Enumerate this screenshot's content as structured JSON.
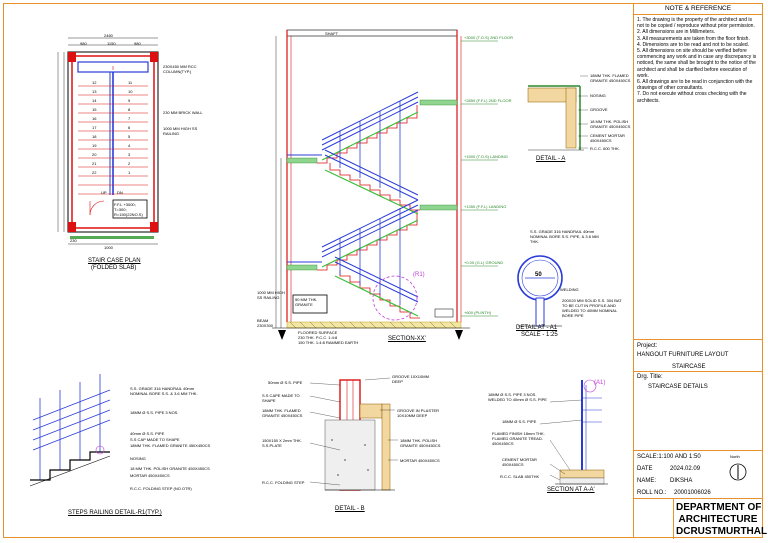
{
  "sheet": {
    "border_color": "#e8902a"
  },
  "notes": {
    "title": "NOTE & REFERENCE",
    "items": [
      "1. The drawing is the property of the architect and is not to be copied / reproduce without prior permission.",
      "2. All dimensions are in Millimeters.",
      "3. All measurements are taken from the floor finish.",
      "4. Dimensions are to be read and not to be scaled.",
      "5. All dimensions on site should be verified before commencing any work and in case any discrepancy is noticed, the same shall be brought to the notice of the architect and shall be clarified before execution of work.",
      "6. All drawings are to be read in conjunction with the drawings of other consultants.",
      "7. Do not execute without cross checking with the architects."
    ]
  },
  "project": {
    "label": "Project:",
    "name": "HANGOUT FURNITURE LAYOUT",
    "sub": "STAIRCASE"
  },
  "drawing_title": {
    "label": "Drg. Title:",
    "value": "STAIRCASE DETAILS"
  },
  "meta": {
    "scale": "SCALE:1:100 AND 1:50",
    "date_label": "DATE",
    "date": "2024.02.09",
    "name_label": "NAME:",
    "name": "DIKSHA",
    "roll_label": "ROLL NO.:",
    "roll": "20001006026",
    "north_label": "North"
  },
  "department": {
    "line1": "DEPARTMENT OF",
    "line2": "ARCHITECTURE",
    "line3": "DCRUSTMURTHAL"
  },
  "views": {
    "plan_title": "STAIR CASE PLAN",
    "plan_sub": "(FOLDED SLAB)",
    "section_xx": "SECTION-XX'",
    "detail_a": "DETAIL - A",
    "detail_a1": "DETAIL AT - A1",
    "detail_a1_scale": "SCALE - 1:25",
    "railing": "STEPS RAILING DETAIL-R1(TYP.)",
    "detail_b": "DETAIL - B",
    "section_aa": "SECTION AT A-A'"
  },
  "plan_dims": {
    "top": "2460",
    "top2a": "980",
    "top2b": "1150",
    "top2c": "980",
    "steps_right": [
      "11",
      "10",
      "9",
      "8",
      "7",
      "6",
      "5",
      "4",
      "3",
      "2",
      "1"
    ],
    "steps_left": [
      "12",
      "13",
      "14",
      "15",
      "16",
      "17",
      "18",
      "19",
      "20",
      "21",
      "22"
    ],
    "up": "UP",
    "dn": "DN",
    "bottom": "1000",
    "bottom2": "230",
    "notes": [
      "230X450 MM RCC COLUMN(TYP.)",
      "230 MM BRICK WALL",
      "1000 MM HIGH SS RAILING"
    ],
    "callout": "F.F.L +3000; T=300; R=150(22NO.S)"
  },
  "section_levels": [
    "+3000 (T.O.S) 2ND FLOOR",
    "+2850 (F.F.L) 2ND FLOOR",
    "+1500 (T.O.S) LANDING",
    "+1350 (F.F.L) LANDING",
    "+0.00 (G.L) GROUND",
    "+600 (PLINTH)"
  ],
  "section_notes": [
    "SHAFT",
    "1000 MM HIGH SS RAILING",
    "50 MM THK. GRANITE",
    "BEAM 230X300",
    "FLOORED SURFACE",
    "230 THK. P.C.C. 1:4:8",
    "150 THK. 1:4:8 RAMMED EARTH"
  ],
  "detail_a_notes": [
    "18MM THK. FLAMED GRANITE 450X450CS",
    "NOSING",
    "GROOVE",
    "18 MM THK. POLISH GRANITE 450X450CS",
    "CEMENT MORTAR 450X450CS",
    "R.C.C. 600 THK."
  ],
  "detail_a1_notes": [
    "S.S. GRADE 316 HANDRAIL 40mm NOMINAL BORE S.S. PIPE, & 3.6 MM THK.",
    "WELDING",
    "200X20 MM SOLID S.S. 304 BAT TO BE CUT IN PROFILE AND WELDED TO 40MM NOMINAL BORE PIPE"
  ],
  "detail_a1_dim": "50",
  "railing_notes": [
    "S.S. GRADE 316 HANDRAIL 40mm NOMINAL BORE S.S. & 3.6 MM THK.",
    "18MM Ø S.S. PIPE 3 NOS.",
    "40mm Ø S.S. PIPE",
    "S.S CAP MADE TO SHAPE",
    "18MM THK. FLAMED GRANITE 450X450CS",
    "NOSING",
    "18 MM THK. POLISH GRANITE 450X450CS",
    "MORTAR 450X450CS",
    "R.C.C. FOLDING STEP (NO OTR)"
  ],
  "detail_b_notes_left": [
    "50mm Ø S.S. PIPE",
    "S.S CAPE MADE TO SHAPE",
    "18MM THK. FLAMED GRANITE 450X450CS",
    "150X150 X 2mm THK. S.S.PLATE",
    "R.C.C. FOLDING STEP"
  ],
  "detail_b_notes_right": [
    "GROOVE 10X10MM DEEP",
    "GROOVE IN PLASTER 10X10MM DEEP",
    "18MM THK. POLISH GRANITE 450X450CS",
    "MORTAR 450X450CS"
  ],
  "section_aa_notes": [
    "18MM Ø S.S. PIPE 3 NOS. WELDED TO 40mm Ø S.S. PIPE",
    "18MM Ø S.S. PIPE",
    "FLAMED FINISH 18mm THK. FLAMED GRANITE TREAD. 450X450CS",
    "CEMENT MORTAR 450X450CS",
    "R.C.C. SLAB 450THK"
  ],
  "r1_label": "(R1)",
  "a1_label": "(A1)"
}
